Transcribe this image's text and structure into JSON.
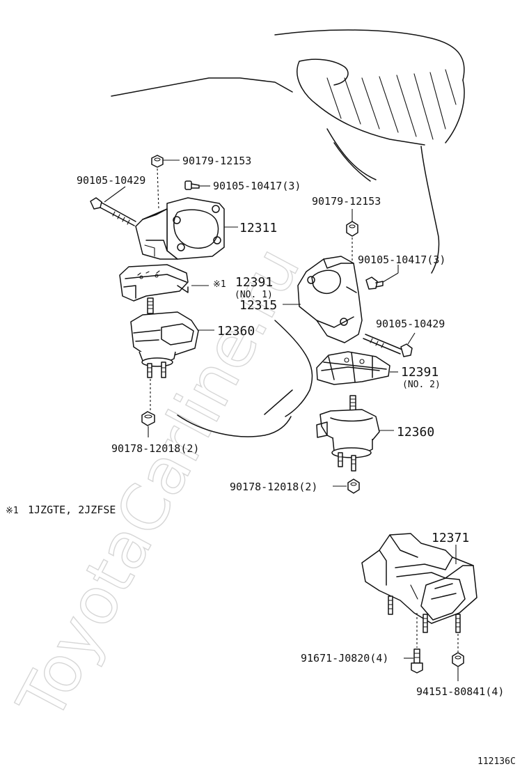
{
  "watermark": "ToyotaCarline.ru",
  "diagram_id": "112136C",
  "footnote": {
    "mark": "※1",
    "text": "1JZGTE, 2JZFSE"
  },
  "labels": {
    "nut_90179_12153_left": "90179-12153",
    "bolt_90105_10429_left": "90105-10429",
    "bolt_90105_10417_left": "90105-10417(3)",
    "bracket_12311": "12311",
    "insulator_12391_no1_mark": "※1",
    "insulator_12391_no1": "12391",
    "insulator_12391_no1_sub": "(NO. 1)",
    "bracket_12315": "12315",
    "mount_12360_left": "12360",
    "nut_90178_12018_left": "90178-12018(2)",
    "nut_90179_12153_right": "90179-12153",
    "bolt_90105_10417_right": "90105-10417(3)",
    "bolt_90105_10429_right": "90105-10429",
    "insulator_12391_no2": "12391",
    "insulator_12391_no2_sub": "(NO. 2)",
    "mount_12360_right": "12360",
    "nut_90178_12018_right": "90178-12018(2)",
    "mount_12371": "12371",
    "bolt_91671_j0820": "91671-J0820(4)",
    "nut_94151_80841": "94151-80841(4)"
  }
}
